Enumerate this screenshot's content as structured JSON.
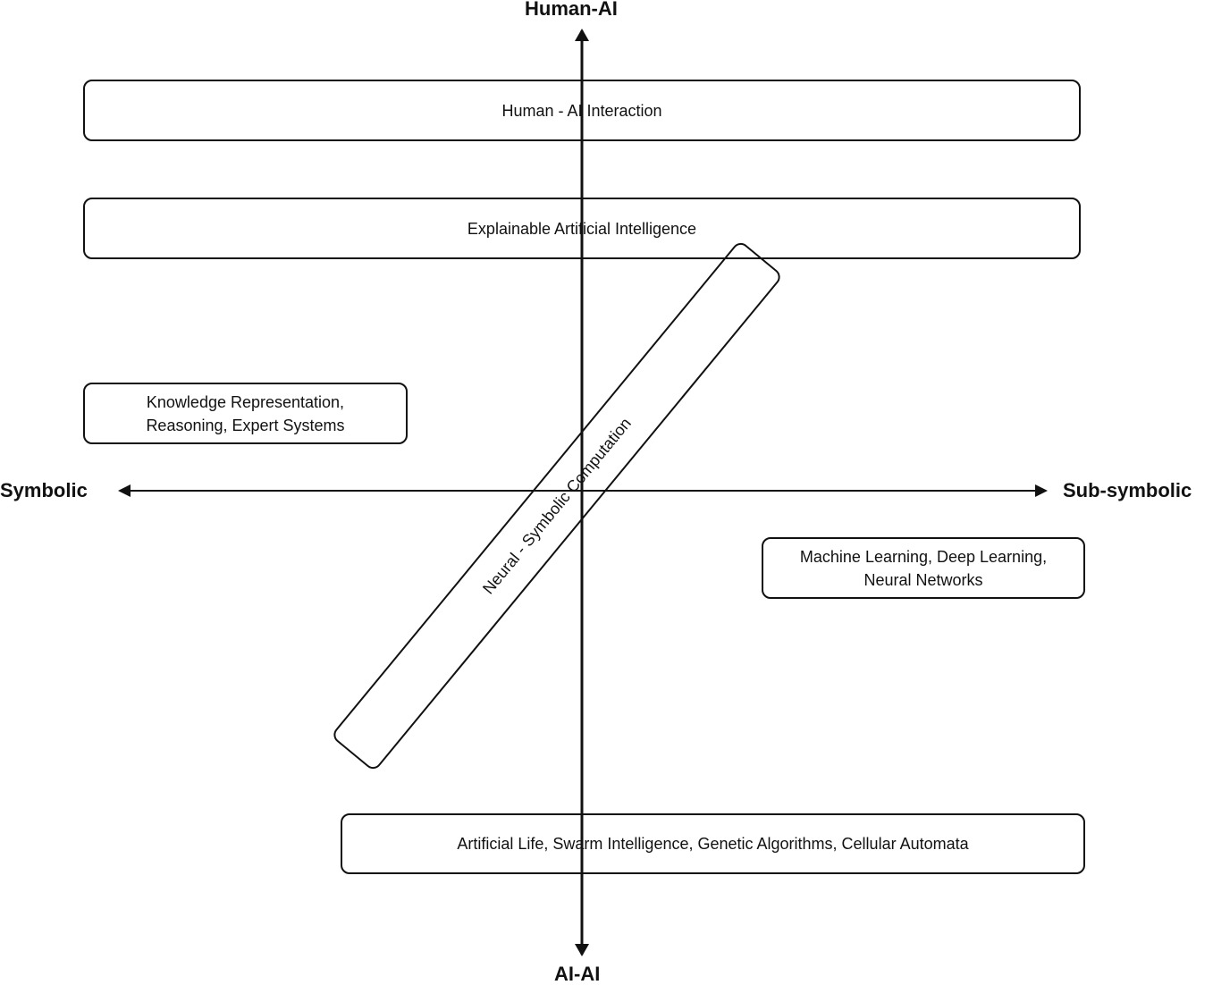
{
  "axes": {
    "top": "Human-AI",
    "bottom": "AI-AI",
    "left": "Symbolic",
    "right": "Sub-symbolic"
  },
  "boxes": {
    "human_ai_interaction": "Human - AI Interaction",
    "explainable_ai": "Explainable Artificial Intelligence",
    "knowledge_representation": "Knowledge Representation,\nReasoning, Expert Systems",
    "neural_symbolic": "Neural - Symbolic Computation",
    "machine_learning": "Machine Learning, Deep Learning,\nNeural Networks",
    "artificial_life": "Artificial Life, Swarm Intelligence, Genetic Algorithms, Cellular Automata"
  },
  "colors": {
    "stroke": "#111111",
    "background": "#ffffff"
  }
}
